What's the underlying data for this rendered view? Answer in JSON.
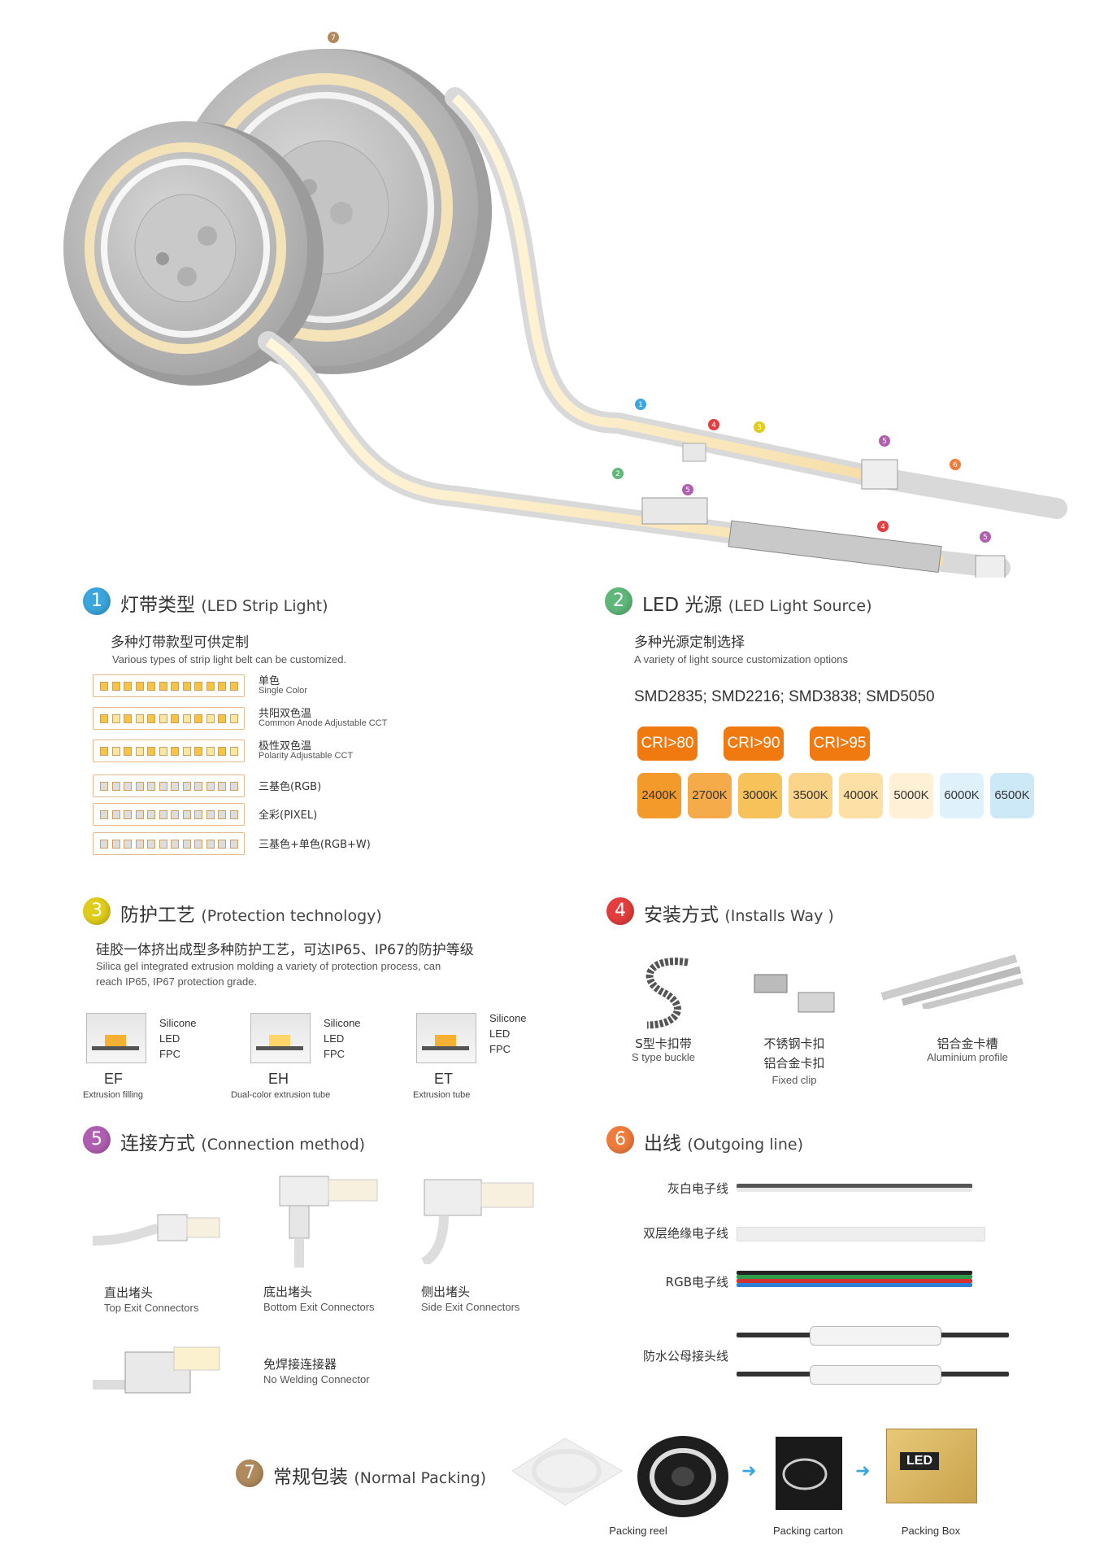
{
  "hero": {
    "callouts": [
      "1",
      "2",
      "3",
      "4",
      "5",
      "6",
      "7"
    ]
  },
  "colors": {
    "b1": "#3aa6dd",
    "b2": "#5fb87a",
    "b3": "#e0cc1a",
    "b4": "#e33d3d",
    "b5": "#b05fb0",
    "b6": "#ef7c3c",
    "b7": "#b08a5c"
  },
  "s1": {
    "num": "1",
    "title_cn": "灯带类型",
    "title_en": "(LED Strip Light)",
    "desc_cn": "多种灯带款型可供定制",
    "desc_en": "Various types of strip light belt can be customized.",
    "types": [
      {
        "cn": "单色",
        "en": "Single Color"
      },
      {
        "cn": "共阳双色温",
        "en": "Common Anode Adjustable CCT"
      },
      {
        "cn": "极性双色温",
        "en": "Polarity Adjustable CCT"
      },
      {
        "cn": "三基色(RGB)"
      },
      {
        "cn": "全彩(PIXEL)"
      },
      {
        "cn": "三基色+单色(RGB+W)"
      }
    ]
  },
  "s2": {
    "num": "2",
    "title_cn": "LED 光源",
    "title_en": "(LED  Light Source)",
    "desc_cn": "多种光源定制选择",
    "desc_en": "A variety of light source customization options",
    "smd": "SMD2835; SMD2216; SMD3838; SMD5050",
    "cri": [
      "CRI>80",
      "CRI>90",
      "CRI>95"
    ],
    "cct": [
      {
        "label": "2400K",
        "color": "#f39a2a"
      },
      {
        "label": "2700K",
        "color": "#f5ab4a"
      },
      {
        "label": "3000K",
        "color": "#f8c25a"
      },
      {
        "label": "3500K",
        "color": "#fad489"
      },
      {
        "label": "4000K",
        "color": "#fde0a6"
      },
      {
        "label": "5000K",
        "color": "#fff0d6"
      },
      {
        "label": "6000K",
        "color": "#dff1fb"
      },
      {
        "label": "6500K",
        "color": "#cde9f7"
      }
    ]
  },
  "s3": {
    "num": "3",
    "title_cn": "防护工艺",
    "title_en": "(Protection technology)",
    "desc_cn": "硅胶一体挤出成型多种防护工艺，可达IP65、IP67的防护等级",
    "desc_en1": "Silica gel integrated extrusion molding a variety of protection process, can",
    "desc_en2": "reach IP65, IP67 protection grade.",
    "items": [
      {
        "code": "EF",
        "sub": "Extrusion filling",
        "labels": [
          "Silicone",
          "LED",
          "FPC"
        ]
      },
      {
        "code": "EH",
        "sub": "Dual-color extrusion tube",
        "labels": [
          "Silicone",
          "LED",
          "FPC"
        ]
      },
      {
        "code": "ET",
        "sub": "Extrusion tube",
        "labels": [
          "Silicone",
          "LED",
          "FPC"
        ]
      }
    ]
  },
  "s4": {
    "num": "4",
    "title_cn": "安装方式",
    "title_en": "(Installs Way )",
    "items": [
      {
        "cn": "S型卡扣带",
        "en": "S type buckle"
      },
      {
        "cn": "不锈钢卡扣",
        "cn2": "铝合金卡扣",
        "en": "Fixed clip"
      },
      {
        "cn": "铝合金卡槽",
        "en": "Aluminium profile"
      }
    ]
  },
  "s5": {
    "num": "5",
    "title_cn": "连接方式",
    "title_en": "(Connection method)",
    "items": [
      {
        "cn": "直出堵头",
        "en": "Top Exit Connectors"
      },
      {
        "cn": "底出堵头",
        "en": "Bottom Exit Connectors"
      },
      {
        "cn": "侧出堵头",
        "en": "Side Exit Connectors"
      },
      {
        "cn": "免焊接连接器",
        "en": "No Welding Connector"
      }
    ]
  },
  "s6": {
    "num": "6",
    "title_cn": "出线",
    "title_en": "(Outgoing line)",
    "items": [
      {
        "cn": "灰白电子线"
      },
      {
        "cn": "双层绝缘电子线"
      },
      {
        "cn": "RGB电子线"
      },
      {
        "cn": "防水公母接头线"
      }
    ]
  },
  "s7": {
    "num": "7",
    "title_cn": "常规包装",
    "title_en": "(Normal Packing)",
    "items": [
      {
        "en": "Packing reel"
      },
      {
        "en": "Packing carton"
      },
      {
        "en": "Packing  Box"
      }
    ],
    "box_label": "LED"
  }
}
